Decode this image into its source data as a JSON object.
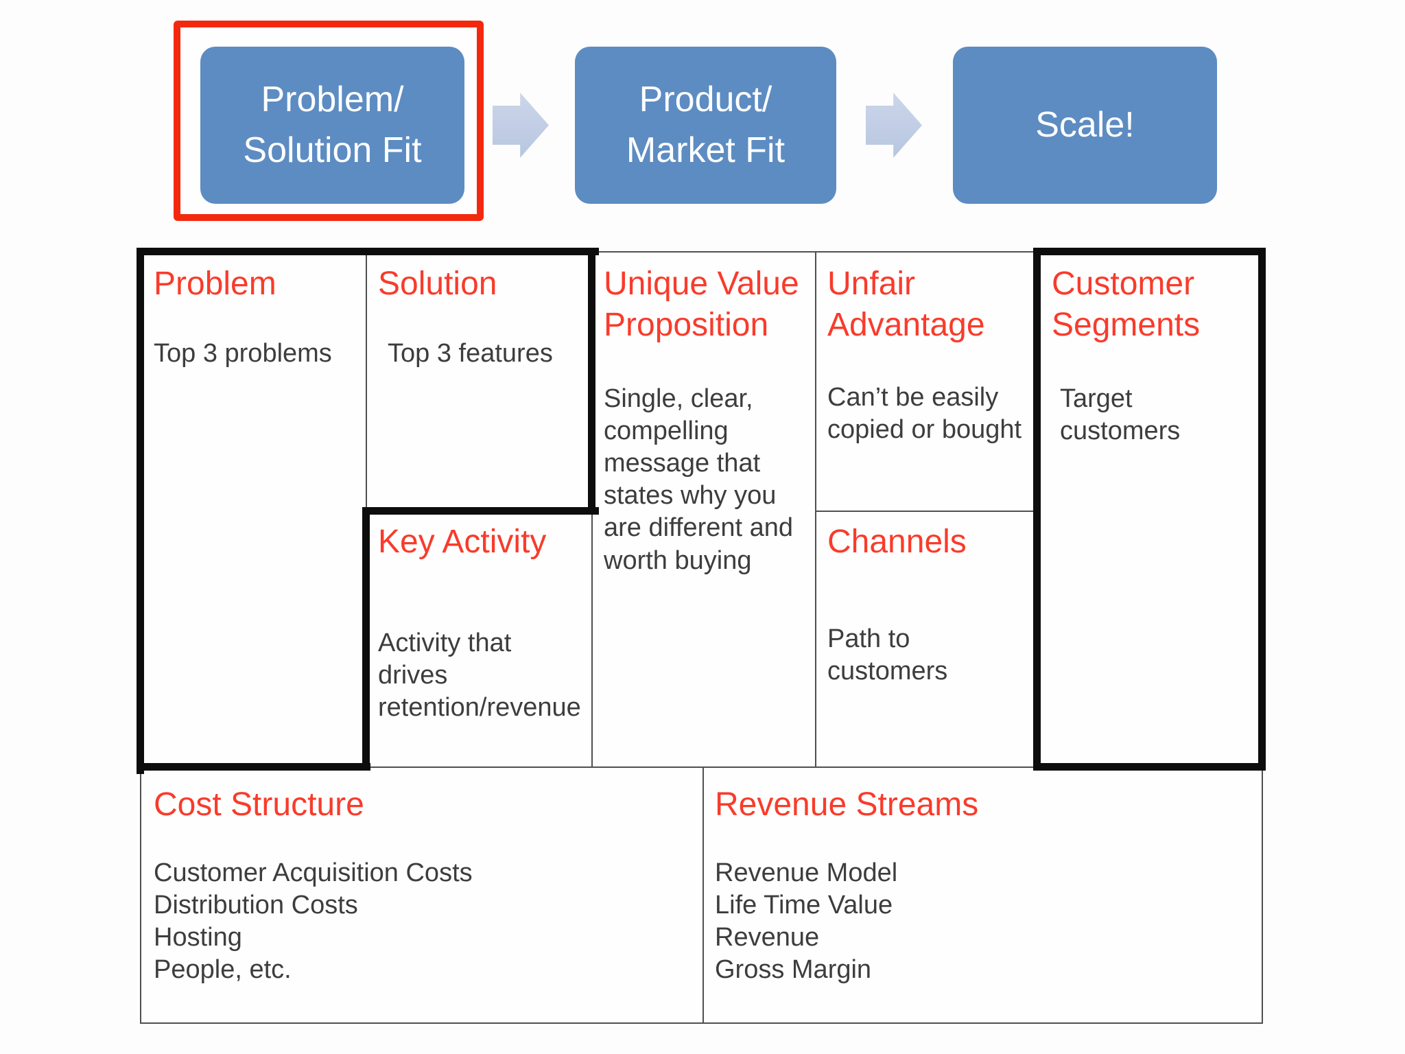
{
  "flow": {
    "steps": [
      {
        "label": "Problem/\nSolution Fit",
        "highlighted": true
      },
      {
        "label": "Product/\nMarket Fit",
        "highlighted": false
      },
      {
        "label": "Scale!",
        "highlighted": false
      }
    ],
    "colors": {
      "box_fill": "#5d8cc2",
      "box_text": "#ffffff",
      "arrow": "#c2cfe4",
      "highlight_border": "#f3290f"
    }
  },
  "canvas": {
    "cells": {
      "problem": {
        "title": "Problem",
        "body": "Top 3 problems"
      },
      "solution": {
        "title": "Solution",
        "body": "Top 3 features"
      },
      "key_activity": {
        "title": "Key Activity",
        "body": "Activity that drives retention/revenue"
      },
      "unique_value_proposition": {
        "title": "Unique Value Proposition",
        "body": "Single, clear, compelling message that states why you are different and worth buying"
      },
      "unfair_advantage": {
        "title": "Unfair Advantage",
        "body": "Can’t be easily copied or bought"
      },
      "channels": {
        "title": "Channels",
        "body": "Path to customers"
      },
      "customer_segments": {
        "title": "Customer Segments",
        "body": "Target customers"
      },
      "cost_structure": {
        "title": "Cost Structure",
        "lines": [
          "Customer Acquisition Costs",
          "Distribution Costs",
          "Hosting",
          "People, etc."
        ]
      },
      "revenue_streams": {
        "title": "Revenue Streams",
        "lines": [
          "Revenue Model",
          "Life Time Value",
          "Revenue",
          "Gross Margin"
        ]
      }
    },
    "colors": {
      "title_red": "#f93b2b",
      "body_text": "#3d3d3d",
      "thin_border": "#4f4f4f",
      "thick_border": "#0d0d0d"
    }
  }
}
